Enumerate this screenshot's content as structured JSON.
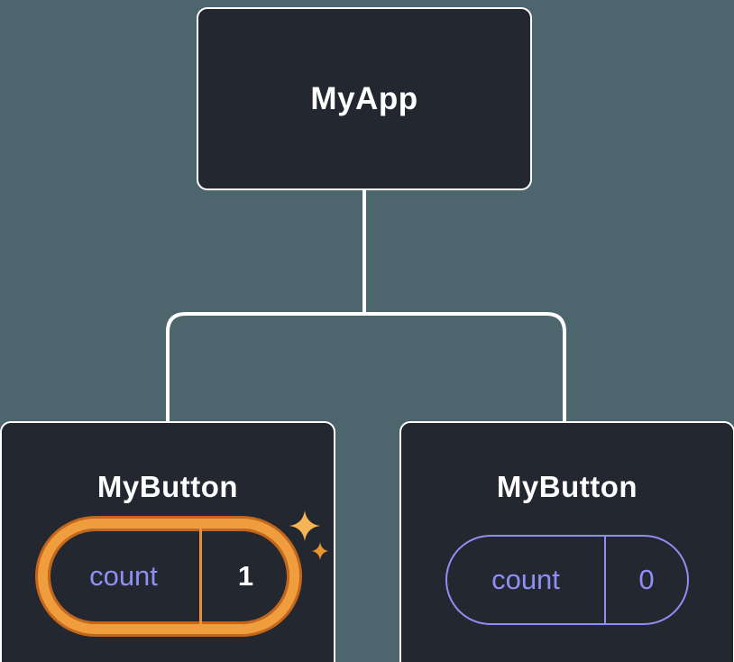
{
  "tree": {
    "root": {
      "label": "MyApp"
    },
    "children": [
      {
        "label": "MyButton",
        "state": {
          "name": "count",
          "value": "1"
        },
        "highlighted": true
      },
      {
        "label": "MyButton",
        "state": {
          "name": "count",
          "value": "0"
        },
        "highlighted": false
      }
    ]
  },
  "icons": {
    "sparkle": "sparkle-icon"
  },
  "colors": {
    "background": "#4d656c",
    "node_fill": "#23272f",
    "node_border": "#ffffff",
    "connector": "#ffffff",
    "state_accent": "#8f8ff3",
    "highlight_ring": "#f09d3e",
    "highlight_ring_dark": "#c4671c",
    "highlight_divider": "#e8903a",
    "value_bright": "#ffffff",
    "sparkle_big": "#f5b556",
    "sparkle_small": "#e9952f"
  }
}
